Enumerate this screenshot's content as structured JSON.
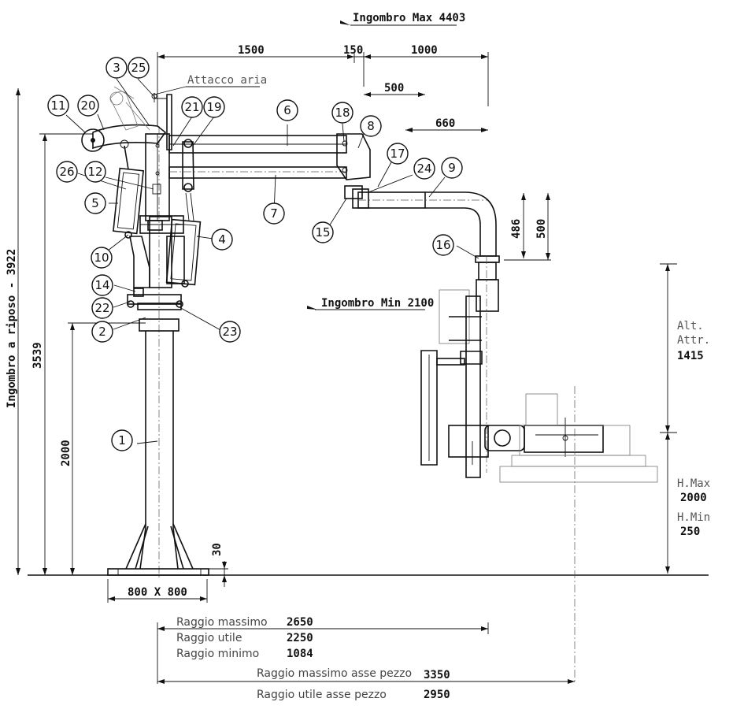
{
  "dims": {
    "ingombro_max": "Ingombro Max 4403",
    "d1500": "1500",
    "d150": "150",
    "d1000": "1000",
    "d500h": "500",
    "d660": "660",
    "d486": "486",
    "d500v": "500",
    "ingombro_min": "Ingombro Min 2100",
    "attacco_aria": "Attacco aria",
    "ingombro_riposo": "Ingombro a riposo - 3922",
    "d3539": "3539",
    "d2000": "2000",
    "d30": "30",
    "base": "800 X 800",
    "alt_attr_1": "Alt.",
    "alt_attr_2": "Attr.",
    "alt_attr_val": "1415",
    "hmax_label": "H.Max",
    "hmax_val": "2000",
    "hmin_label": "H.Min",
    "hmin_val": "250"
  },
  "radii": [
    {
      "label": "Raggio massimo",
      "value": "2650"
    },
    {
      "label": "Raggio utile",
      "value": "2250"
    },
    {
      "label": "Raggio minimo",
      "value": "1084"
    },
    {
      "label": "Raggio massimo asse pezzo",
      "value": "3350"
    },
    {
      "label": "Raggio utile asse pezzo",
      "value": "2950"
    }
  ],
  "callouts": [
    "1",
    "2",
    "3",
    "4",
    "5",
    "6",
    "7",
    "8",
    "9",
    "10",
    "11",
    "12",
    "14",
    "15",
    "16",
    "17",
    "18",
    "19",
    "20",
    "21",
    "22",
    "23",
    "24",
    "25",
    "26"
  ]
}
